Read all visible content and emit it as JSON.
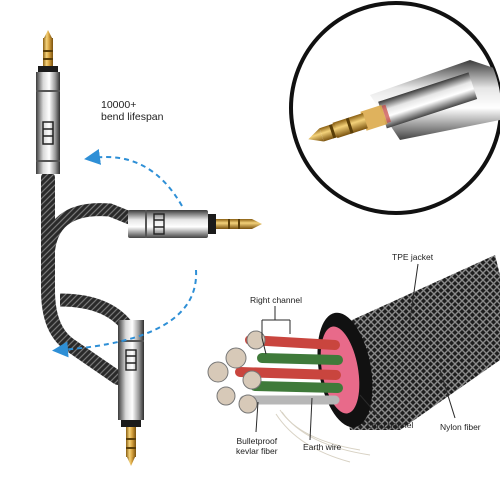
{
  "labels": {
    "bend_line1": "10000+",
    "bend_line2": "bend lifespan",
    "tpe_jacket": "TPE jacket",
    "right_channel": "Right channel",
    "left_channel": "Left channel",
    "nylon_fiber": "Nylon fiber",
    "kevlar_line1": "Bulletproof",
    "kevlar_line2": "kevlar fiber",
    "earth_wire": "Earth wire"
  },
  "colors": {
    "arrow_blue": "#2e8fd6",
    "gold": "#d9a441",
    "braid": "#4a4a4a",
    "wire_red": "#c9453e",
    "wire_green": "#3f7a3a"
  },
  "icons": {
    "brand_mark": "ladder-logo-icon"
  }
}
